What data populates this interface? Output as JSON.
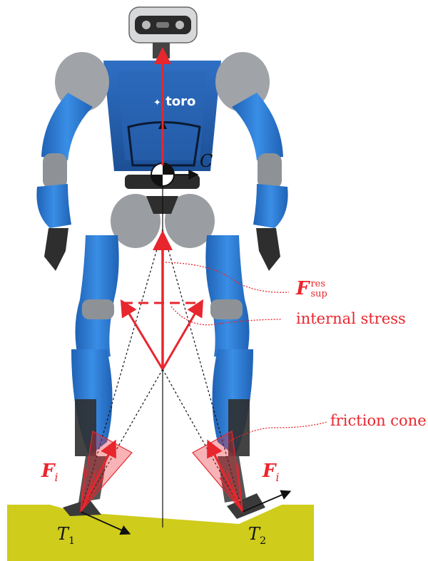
{
  "labels": {
    "logo": "toro",
    "com": "C",
    "f_sup": "F",
    "f_sup_sup": "res",
    "f_sup_sub": "sup",
    "internal_stress": "internal stress",
    "friction_cone": "friction cone",
    "f_i_left": "F",
    "f_i_left_sub": "i",
    "f_i_right": "F",
    "f_i_right_sub": "i",
    "t1": "T",
    "t1_sub": "1",
    "t2": "T",
    "t2_sub": "2"
  },
  "colors": {
    "ground": "#cfcc1c",
    "robot_blue": "#2f7fd6",
    "robot_dark_blue": "#1d5aa8",
    "robot_gray": "#8e9297",
    "force": "#e8262d",
    "cone_fill": "#e8262d"
  }
}
